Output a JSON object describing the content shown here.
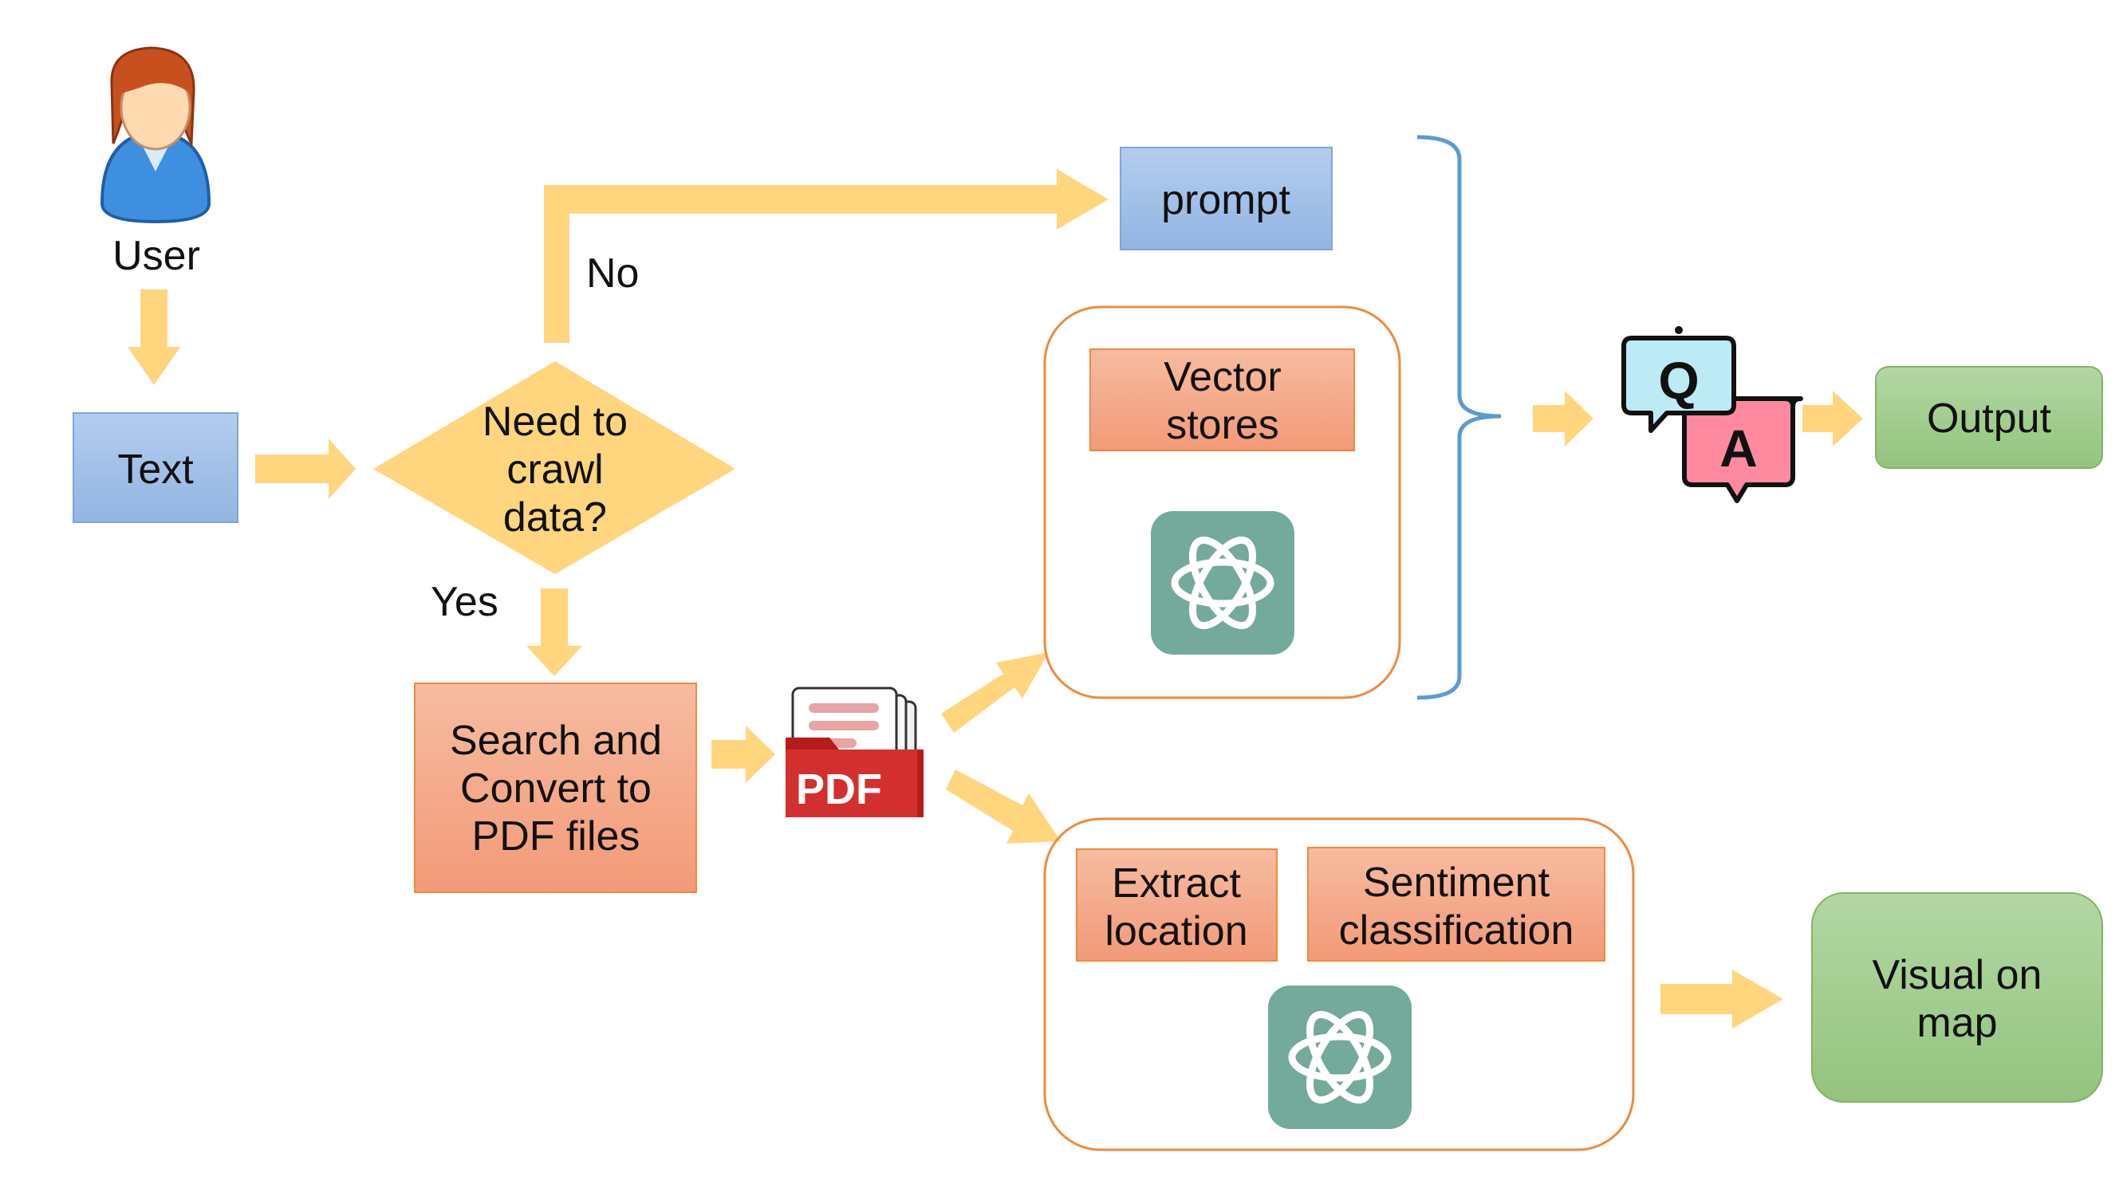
{
  "user_label": "User",
  "text_box": "Text",
  "decision": [
    "Need to",
    "crawl",
    "data?"
  ],
  "no_label": "No",
  "yes_label": "Yes",
  "prompt_box": "prompt",
  "vector_box": [
    "Vector",
    "stores"
  ],
  "search_box": [
    "Search and",
    "Convert to",
    "PDF files"
  ],
  "pdf_label": "PDF",
  "extract_box": [
    "Extract",
    "location"
  ],
  "sentiment_box": [
    "Sentiment",
    "classification"
  ],
  "qa_q": "Q",
  "qa_a": "A",
  "output_box": "Output",
  "visual_box": [
    "Visual on",
    "map"
  ],
  "colors": {
    "arrow": "#FFD57E",
    "blue_box": "#A6C3E8",
    "orange_box": "#F4A98A",
    "green_box": "#9CCB8A",
    "diamond": "#FFD57E",
    "container_border": "#F08A3C",
    "brace": "#5B9BD5",
    "chatgpt_green": "#74AA9C"
  },
  "icons": [
    "user-avatar-icon",
    "pdf-folder-icon",
    "chatgpt-logo-icon",
    "qa-chat-icon"
  ]
}
